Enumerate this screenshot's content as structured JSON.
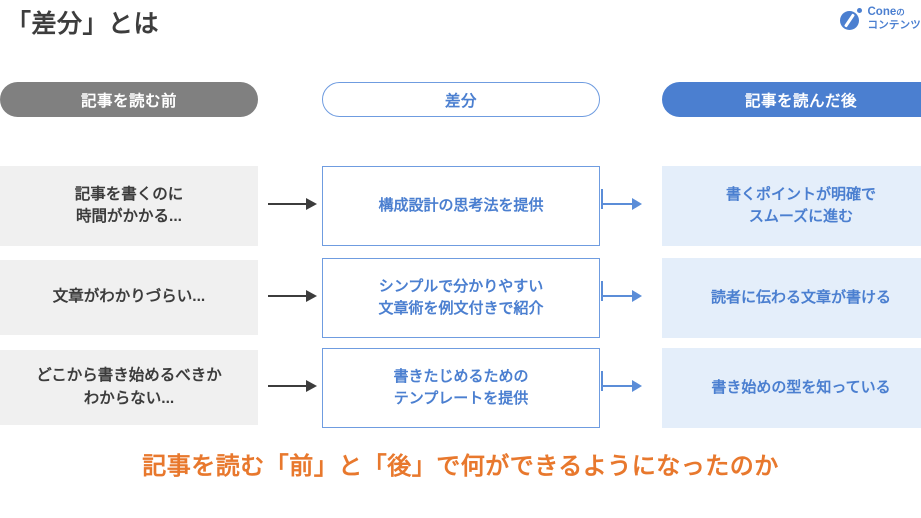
{
  "header": {
    "title": "「差分」とは",
    "brand": {
      "line1": "Cone",
      "line1_suffix": "の",
      "line2": "コンテンツ",
      "mark": "cone-logo-icon"
    }
  },
  "columns": {
    "before": {
      "label": "記事を読む前",
      "bg": "#808080",
      "fg": "#ffffff"
    },
    "diff": {
      "label": "差分",
      "bg": "#ffffff",
      "fg": "#4b7fd0",
      "border": "#6f9ce0"
    },
    "after": {
      "label": "記事を読んだ後",
      "bg": "#4b7fd0",
      "fg": "#ffffff"
    }
  },
  "rows": [
    {
      "before": "記事を書くのに\n時間がかかる...",
      "before_line1": "記事を書くのに",
      "before_line2": "時間がかかる...",
      "diff_line1": "構成設計の思考法を提供",
      "diff_line2": "",
      "after_line1": "書くポイントが明確で",
      "after_line2": "スムーズに進む"
    },
    {
      "before_line1": "文章がわかりづらい...",
      "before_line2": "",
      "diff_line1": "シンプルで分かりやすい",
      "diff_line2": "文章術を例文付きで紹介",
      "after_line1": "読者に伝わる文章が書ける",
      "after_line2": ""
    },
    {
      "before_line1": "どこから書き始めるべきか",
      "before_line2": "わからない...",
      "diff_line1": "書きたじめるための",
      "diff_line2": "テンプレートを提供",
      "after_line1": "書き始めの型を知っている",
      "after_line2": ""
    }
  ],
  "arrows": {
    "left_color": "#3c3c3c",
    "right_color": "#5b8dd8"
  },
  "footer": {
    "caption": "記事を読む「前」と「後」で何ができるようになったのか",
    "color": "#e8782d"
  }
}
